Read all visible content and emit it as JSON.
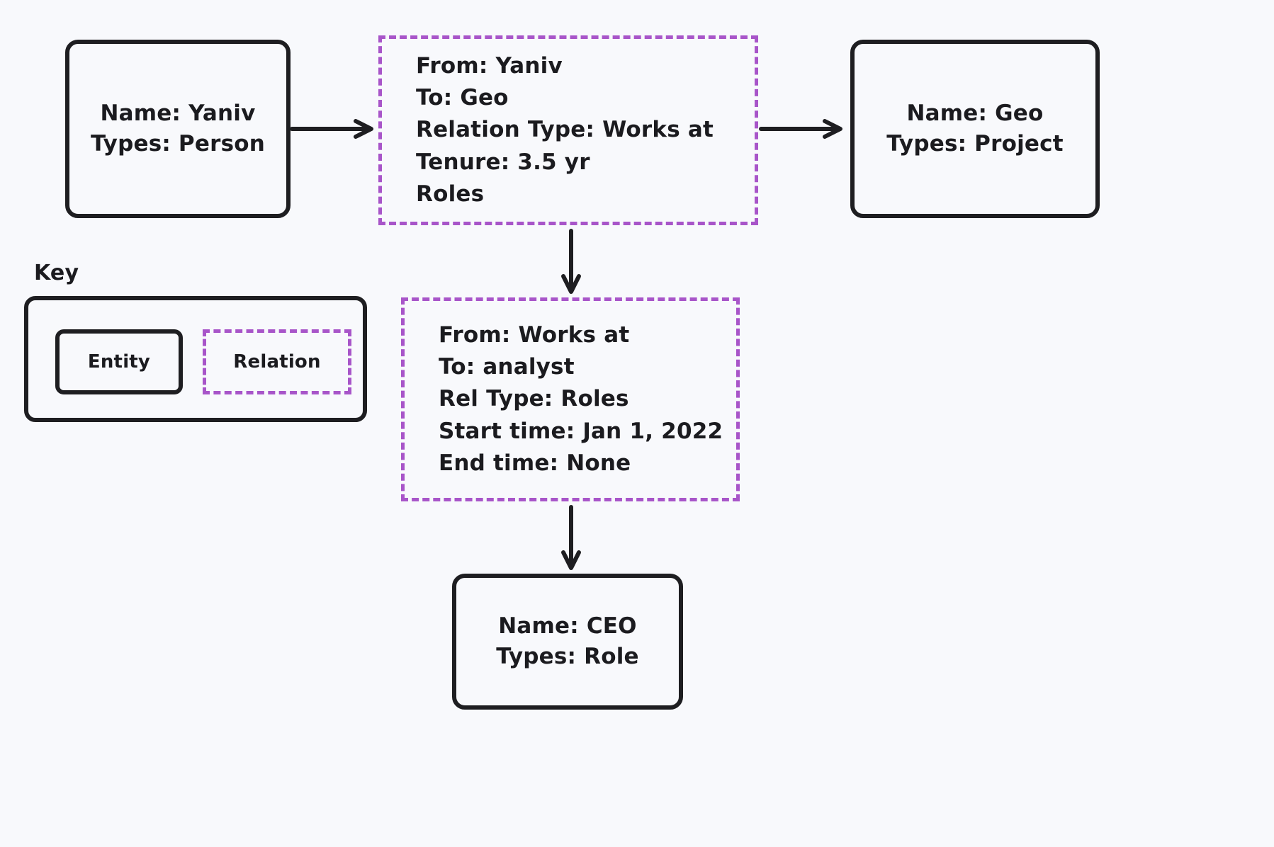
{
  "canvas": {
    "background_color": "#f8f9fc",
    "entity_border_color": "#1e1e21",
    "relation_border_color": "#a855c9",
    "text_color": "#1b1b1f"
  },
  "entities": [
    {
      "id": "yaniv",
      "lines": [
        "Name: Yaniv",
        "Types: Person"
      ]
    },
    {
      "id": "geo",
      "lines": [
        "Name: Geo",
        "Types: Project"
      ]
    },
    {
      "id": "ceo",
      "lines": [
        "Name: CEO",
        "Types: Role"
      ]
    }
  ],
  "relations": [
    {
      "id": "works-at",
      "lines": [
        "From: Yaniv",
        "To: Geo",
        "Relation Type: Works at",
        "Tenure: 3.5 yr",
        "Roles"
      ]
    },
    {
      "id": "roles",
      "lines": [
        "From: Works at",
        "To: analyst",
        "Rel Type: Roles",
        "Start time: Jan 1, 2022",
        "End time: None"
      ]
    }
  ],
  "key": {
    "title": "Key",
    "entity_label": "Entity",
    "relation_label": "Relation"
  },
  "arrows": [
    {
      "id": "yaniv-to-works-at",
      "direction": "right"
    },
    {
      "id": "works-at-to-geo",
      "direction": "right"
    },
    {
      "id": "works-at-to-roles",
      "direction": "down"
    },
    {
      "id": "roles-to-ceo",
      "direction": "down"
    }
  ]
}
